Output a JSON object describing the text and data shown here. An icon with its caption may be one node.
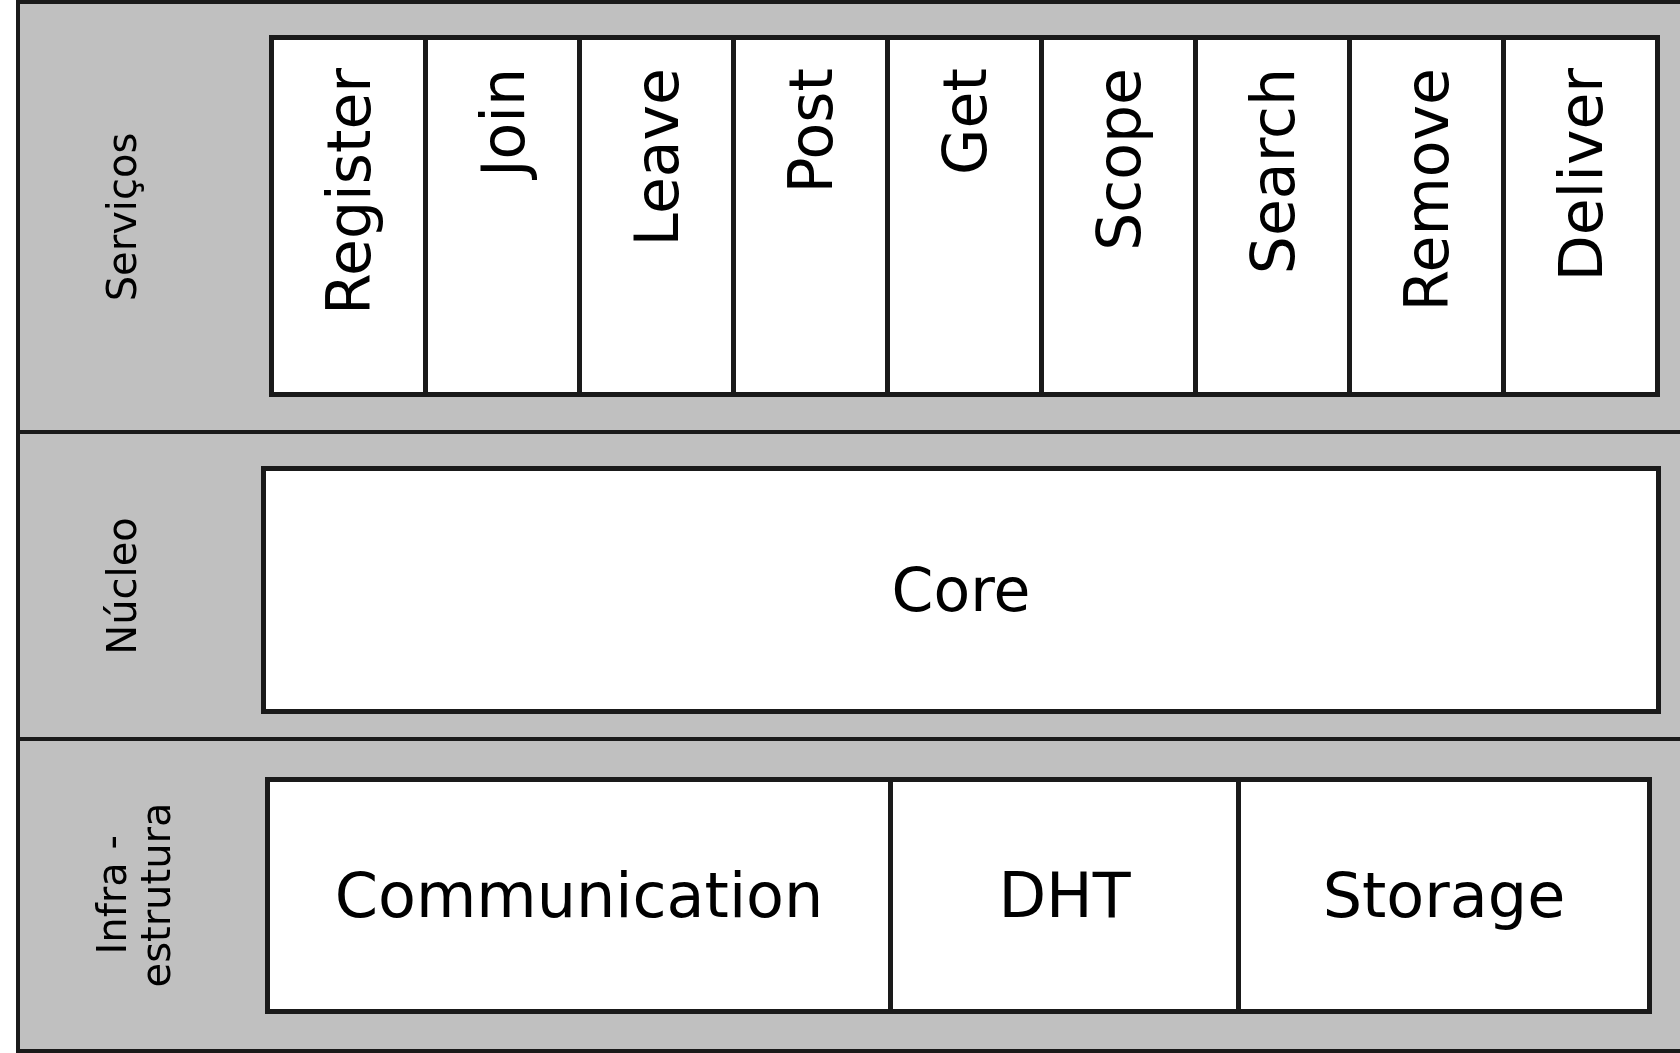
{
  "diagram": {
    "nodes": [
      {
        "text": [
          "Serviços"
        ]
      },
      {
        "text": [
          "Register"
        ],
        "in": 0
      },
      {
        "text": [
          "Join"
        ],
        "in": 0
      },
      {
        "text": [
          "Leave"
        ],
        "in": 0
      },
      {
        "text": [
          "Post"
        ],
        "in": 0
      },
      {
        "text": [
          "Get"
        ],
        "in": 0
      },
      {
        "text": [
          "Scope"
        ],
        "in": 0
      },
      {
        "text": [
          "Search"
        ],
        "in": 0
      },
      {
        "text": [
          "Remove"
        ],
        "in": 0
      },
      {
        "text": [
          "Deliver"
        ],
        "in": 0
      },
      {
        "text": [
          "Núcleo"
        ]
      },
      {
        "text": [
          "Core"
        ],
        "in": 10
      },
      {
        "text": [
          "Infra - estrutura"
        ]
      },
      {
        "text": [
          "Communication"
        ],
        "in": 12
      },
      {
        "text": [
          "DHT"
        ],
        "in": 12
      },
      {
        "text": [
          "Storage"
        ],
        "in": 12
      }
    ]
  }
}
